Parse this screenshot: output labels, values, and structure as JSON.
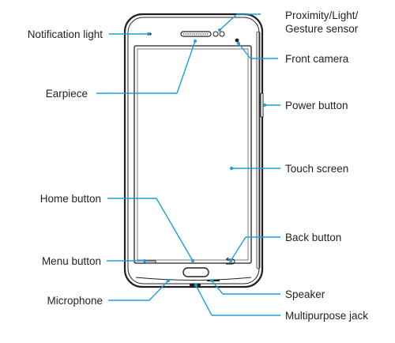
{
  "callouts": {
    "notification_light": "Notification light",
    "proximity_sensor_line1": "Proximity/Light/",
    "proximity_sensor_line2": "Gesture sensor",
    "front_camera": "Front camera",
    "earpiece": "Earpiece",
    "power_button": "Power button",
    "touch_screen": "Touch screen",
    "home_button": "Home button",
    "back_button": "Back button",
    "menu_button": "Menu button",
    "speaker": "Speaker",
    "microphone": "Microphone",
    "multipurpose_jack": "Multipurpose jack"
  },
  "colors": {
    "callout_line": "#1aa0d8",
    "phone_outline": "#231f20",
    "screen_fill": "#ffffff",
    "bezel_fill": "#ffffff"
  }
}
